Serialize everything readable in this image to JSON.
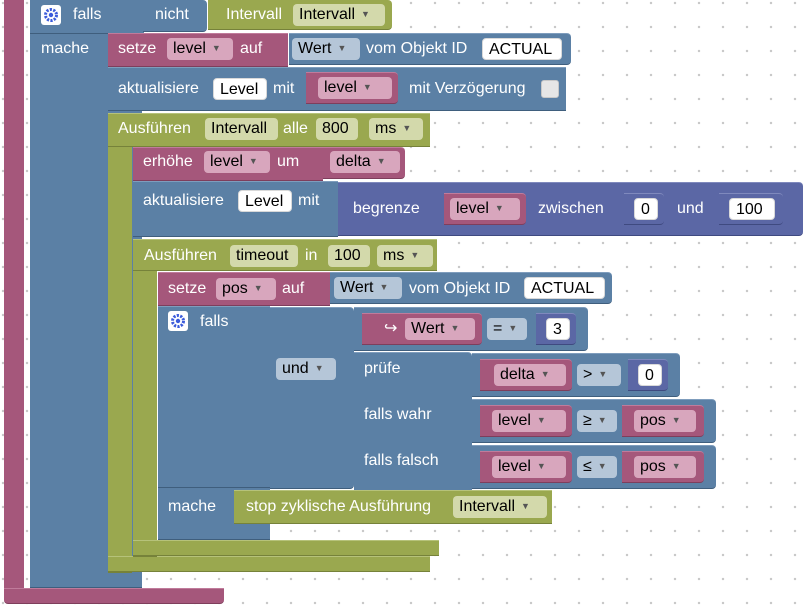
{
  "labels": {
    "falls": "falls",
    "nicht": "nicht",
    "mache": "mache",
    "setze": "setze",
    "auf": "auf",
    "vom_objekt_id": "vom Objekt ID",
    "aktualisiere": "aktualisiere",
    "mit": "mit",
    "mit_verzoegerung": "mit Verzögerung",
    "ausfuehren": "Ausführen",
    "alle": "alle",
    "erhoehe": "erhöhe",
    "um": "um",
    "begrenze": "begrenze",
    "zwischen": "zwischen",
    "und": "und",
    "in": "in",
    "pruefe": "prüfe",
    "falls_wahr": "falls wahr",
    "falls_falsch": "falls falsch",
    "stop": "stop zyklische Ausführung"
  },
  "fields": {
    "interval_var": "Intervall",
    "interval_var2": "Intervall",
    "interval_var3": "Intervall",
    "level_var": "level",
    "level_var2": "level",
    "level_var3": "level",
    "level_var4": "level",
    "level_var5": "level",
    "level_var6": "level",
    "wert": "Wert",
    "wert2": "Wert",
    "wert3": "Wert",
    "actual": "ACTUAL",
    "actual2": "ACTUAL",
    "level_obj": "Level",
    "level_obj2": "Level",
    "ms": "ms",
    "ms2": "ms",
    "interval_ms": "800",
    "timeout_name": "timeout",
    "timeout_ms": "100",
    "delta_var": "delta",
    "delta_var2": "delta",
    "min": "0",
    "max": "100",
    "pos_var": "pos",
    "pos_var2": "pos",
    "pos_var3": "pos",
    "eq_op": "=",
    "eq_val": "3",
    "gt_op": ">",
    "gt_val": "0",
    "ge_op": "≥",
    "le_op": "≤",
    "und_op": "und",
    "arrow": "↪"
  },
  "colors": {
    "procedure": "#a5577b",
    "logic": "#5b80a5",
    "timer": "#9aa84f",
    "math": "#5b67a5"
  }
}
